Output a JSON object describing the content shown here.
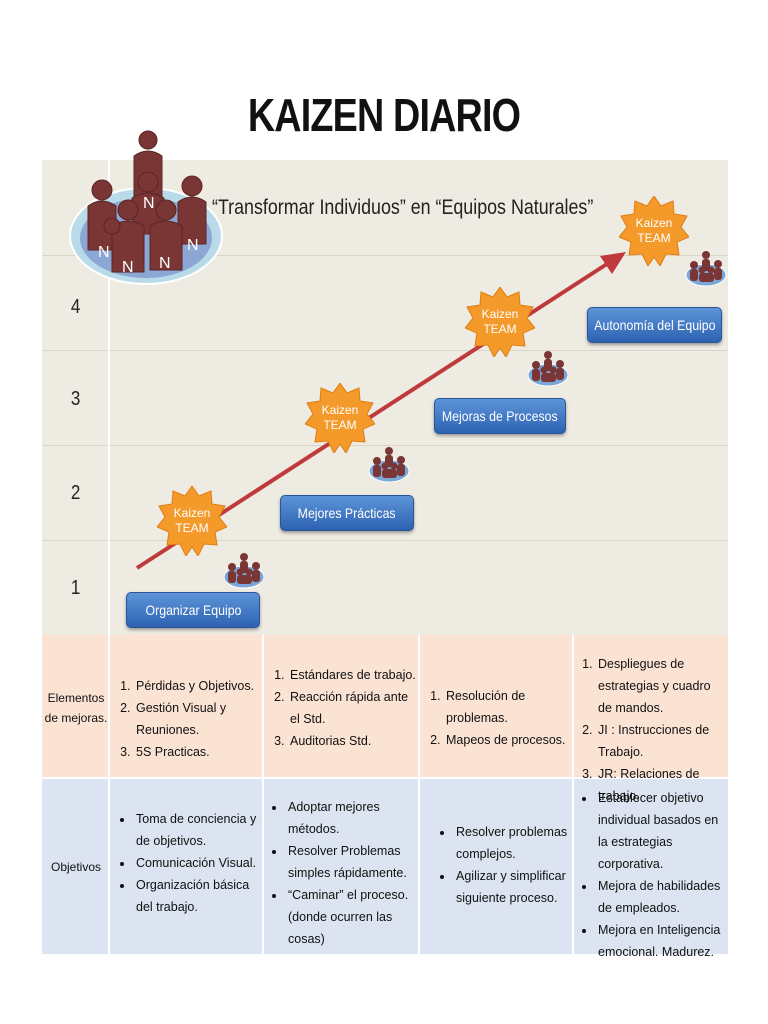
{
  "title": "KAIZEN DIARIO",
  "subtitle": "“Transformar Individuos” en “Equipos Naturales”",
  "levels": [
    "4",
    "3",
    "2",
    "1"
  ],
  "kaizen": {
    "line1": "Kaizen",
    "line2": "TEAM"
  },
  "person_letter": "N",
  "steps": [
    "Organizar Equipo",
    "Mejores Prácticas",
    "Mejoras de Procesos",
    "Autonomía del Equipo"
  ],
  "elementos": {
    "label": "Elementos de mejoras.",
    "col1": [
      "Pérdidas y Objetivos.",
      "Gestión Visual y Reuniones.",
      "5S Practicas."
    ],
    "col2": [
      "Estándares de trabajo.",
      "Reacción rápida ante el Std.",
      "Auditorias Std."
    ],
    "col3": [
      "Resolución de problemas.",
      "Mapeos de procesos."
    ],
    "col4": [
      "Despliegues de estrategias y cuadro de mandos.",
      "JI : Instrucciones de Trabajo.",
      "JR: Relaciones de trabajo."
    ]
  },
  "objetivos": {
    "label": "Objetivos",
    "col1": [
      "Toma de conciencia y de objetivos.",
      "Comunicación Visual.",
      "Organización básica del trabajo."
    ],
    "col2": [
      "Adoptar mejores métodos.",
      "Resolver Problemas simples rápidamente.",
      "“Caminar” el proceso. (donde ocurren las cosas)"
    ],
    "col3": [
      "Resolver problemas complejos.",
      "Agilizar y simplificar siguiente proceso."
    ],
    "col4": [
      "Establecer objetivo individual basados en la estrategias corporativa.",
      "Mejora de habilidades de empleados.",
      "Mejora en Inteligencia emocional. Madurez."
    ]
  },
  "colors": {
    "star": "#f39a2b",
    "button": "#3a72c4",
    "arrow": "#c0393b",
    "person": "#7a3535",
    "elementos_bg": "#fbe3d4",
    "objetivos_bg": "#dbe4f0"
  }
}
